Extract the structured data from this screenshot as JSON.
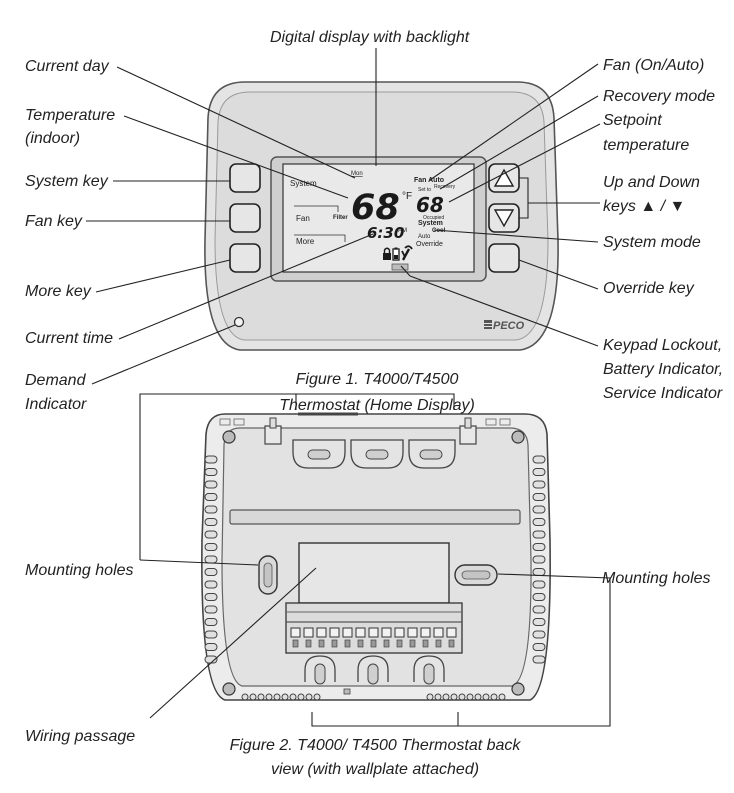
{
  "callouts": {
    "digital_display": "Digital display with backlight",
    "current_day": "Current day",
    "temperature_1": "Temperature",
    "temperature_2": "(indoor)",
    "system_key": "System key",
    "fan_key": "Fan key",
    "more_key": "More key",
    "current_time": "Current time",
    "demand_1": "Demand",
    "demand_2": "Indicator",
    "fan_mode": "Fan (On/Auto)",
    "recovery_mode": "Recovery mode",
    "setpoint_1": "Setpoint",
    "setpoint_2": "temperature",
    "updown_1": "Up and Down",
    "updown_2": "keys ▲ / ▼",
    "system_mode": "System mode",
    "override_key": "Override key",
    "keypad_1": "Keypad Lockout,",
    "keypad_2": "Battery Indicator,",
    "keypad_3": "Service Indicator",
    "mounting_left": "Mounting holes",
    "mounting_right": "Mounting holes",
    "wiring": "Wiring passage"
  },
  "captions": {
    "fig1_line1": "Figure 1. T4000/T4500",
    "fig1_line2": "Thermostat (Home Display)",
    "fig2_line1": "Figure 2. T4000/ T4500 Thermostat back",
    "fig2_line2": "view (with wallplate attached)"
  },
  "lcd": {
    "day": "Mon",
    "system": "System",
    "filter": "Filter",
    "fan": "Fan",
    "more": "More",
    "indoor_temp": "68",
    "unit": "°F",
    "time": "6:30",
    "ampm": "AM",
    "fan_auto": "Fan Auto",
    "set_to": "Set to",
    "recovery": "Recovery",
    "setpoint": "68",
    "occupied": "Occupied",
    "system_mode_label": "System",
    "cool": "Cool",
    "auto": "Auto",
    "override": "Override"
  },
  "brand": "PECO"
}
